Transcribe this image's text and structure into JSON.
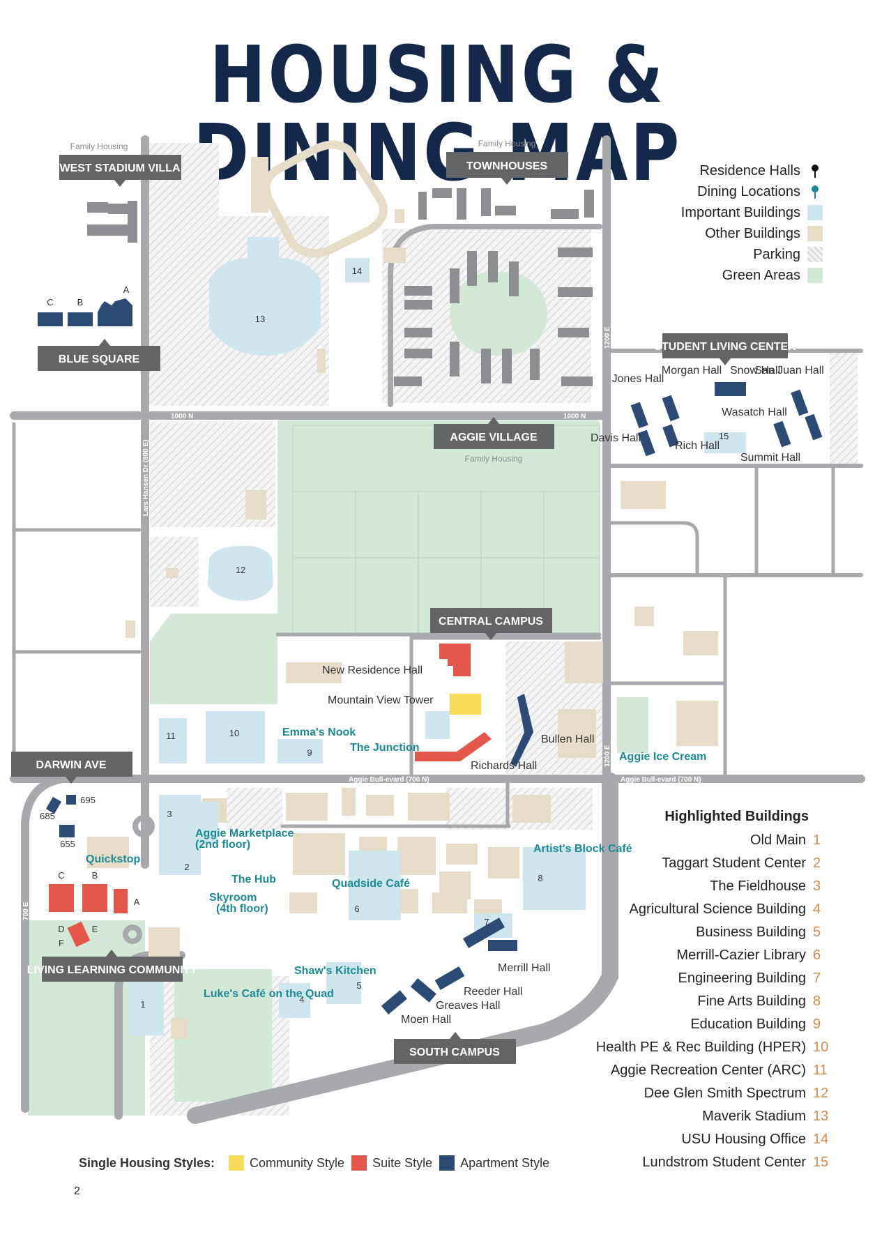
{
  "title": "HOUSING & DINING MAP",
  "colors": {
    "navy": "#14294a",
    "banner": "#636466",
    "road": "#a7a9ac",
    "parking_hatch": "#e2e2e2",
    "green": "#d4e8d8",
    "important": "#cfe6ef",
    "other": "#e6ddc8",
    "community": "#f7dc5a",
    "suite": "#e5564a",
    "apartment": "#2b4a74",
    "teal": "#1c8a94",
    "orange": "#d98a4a"
  },
  "banners": {
    "west_stadium_villa": "WEST STADIUM VILLA",
    "townhouses": "TOWNHOUSES",
    "blue_square": "BLUE SQUARE",
    "student_living_center": "STUDENT LIVING CENTER",
    "aggie_village": "AGGIE VILLAGE",
    "central_campus": "CENTRAL CAMPUS",
    "darwin_ave": "DARWIN AVE",
    "living_learning_community": "LIVING LEARNING COMMUNITY",
    "south_campus": "SOUTH CAMPUS"
  },
  "family_housing": {
    "west": "Family Housing",
    "townhouses": "Family Housing",
    "aggie_village": "Family Housing"
  },
  "roads": {
    "n1000_left": "1000 N",
    "n1000_right": "1000 N",
    "lars_hansen": "Lars Hansen Dr (800 E)",
    "e1200_top": "1200 E",
    "e1200_bottom": "1200 E",
    "aggie_bvd_left": "Aggie Bull-evard (700 N)",
    "aggie_bvd_right": "Aggie Bull-evard (700 N)",
    "e700": "700 E"
  },
  "building_numbers": [
    "1",
    "2",
    "3",
    "4",
    "5",
    "6",
    "7",
    "8",
    "9",
    "10",
    "11",
    "12",
    "13",
    "14",
    "15"
  ],
  "blue_square_letters": [
    "C",
    "B",
    "A"
  ],
  "llc_letters": [
    "C",
    "B",
    "A",
    "D",
    "E",
    "F"
  ],
  "darwin_numbers": [
    "685",
    "695",
    "655"
  ],
  "residence_halls": {
    "jones": "Jones Hall",
    "morgan": "Morgan Hall",
    "snow": "Snow Hall",
    "san_juan": "San Juan Hall",
    "wasatch": "Wasatch Hall",
    "davis": "Davis Hall",
    "rich": "Rich Hall",
    "summit": "Summit Hall",
    "new_residence": "New Residence Hall",
    "mountain_view": "Mountain View Tower",
    "bullen": "Bullen Hall",
    "richards": "Richards Hall",
    "merrill": "Merrill Hall",
    "reeder": "Reeder Hall",
    "greaves": "Greaves Hall",
    "moen": "Moen Hall"
  },
  "dining": {
    "emmas_nook": "Emma's Nook",
    "the_junction": "The Junction",
    "aggie_ice_cream": "Aggie Ice Cream",
    "aggie_marketplace": "Aggie Marketplace",
    "marketplace_floor": "(2nd floor)",
    "quickstop": "Quickstop",
    "the_hub": "The Hub",
    "skyroom": "Skyroom",
    "skyroom_floor": "(4th floor)",
    "quadside_cafe": "Quadside Café",
    "artists_block_cafe": "Artist's Block Café",
    "shaws_kitchen": "Shaw's Kitchen",
    "lukes_cafe": "Luke's Café on the Quad"
  },
  "legend": [
    {
      "label": "Residence Halls",
      "kind": "pin",
      "color": "#111111"
    },
    {
      "label": "Dining Locations",
      "kind": "pin",
      "color": "#1c8a94"
    },
    {
      "label": "Important Buildings",
      "kind": "swatch",
      "color": "#cfe6ef"
    },
    {
      "label": "Other Buildings",
      "kind": "swatch",
      "color": "#e6ddc8"
    },
    {
      "label": "Parking",
      "kind": "hatch",
      "color": "#e2e2e2"
    },
    {
      "label": "Green Areas",
      "kind": "swatch",
      "color": "#d4e8d8"
    }
  ],
  "highlighted_title": "Highlighted Buildings",
  "highlighted": [
    {
      "name": "Old Main",
      "num": "1"
    },
    {
      "name": "Taggart Student Center",
      "num": "2"
    },
    {
      "name": "The Fieldhouse",
      "num": "3"
    },
    {
      "name": "Agricultural Science Building",
      "num": "4"
    },
    {
      "name": "Business Building",
      "num": "5"
    },
    {
      "name": "Merrill-Cazier Library",
      "num": "6"
    },
    {
      "name": "Engineering Building",
      "num": "7"
    },
    {
      "name": "Fine Arts Building",
      "num": "8"
    },
    {
      "name": "Education Building",
      "num": "9"
    },
    {
      "name": "Health PE & Rec Building (HPER)",
      "num": "10"
    },
    {
      "name": "Aggie Recreation Center (ARC)",
      "num": "11"
    },
    {
      "name": "Dee Glen Smith Spectrum",
      "num": "12"
    },
    {
      "name": "Maverik Stadium",
      "num": "13"
    },
    {
      "name": "USU Housing Office",
      "num": "14"
    },
    {
      "name": "Lundstrom Student Center",
      "num": "15"
    }
  ],
  "styles_label": "Single Housing Styles:",
  "styles": [
    {
      "label": "Community Style",
      "color": "#f7dc5a"
    },
    {
      "label": "Suite Style",
      "color": "#e5564a"
    },
    {
      "label": "Apartment Style",
      "color": "#2b4a74"
    }
  ],
  "page_number": "2"
}
